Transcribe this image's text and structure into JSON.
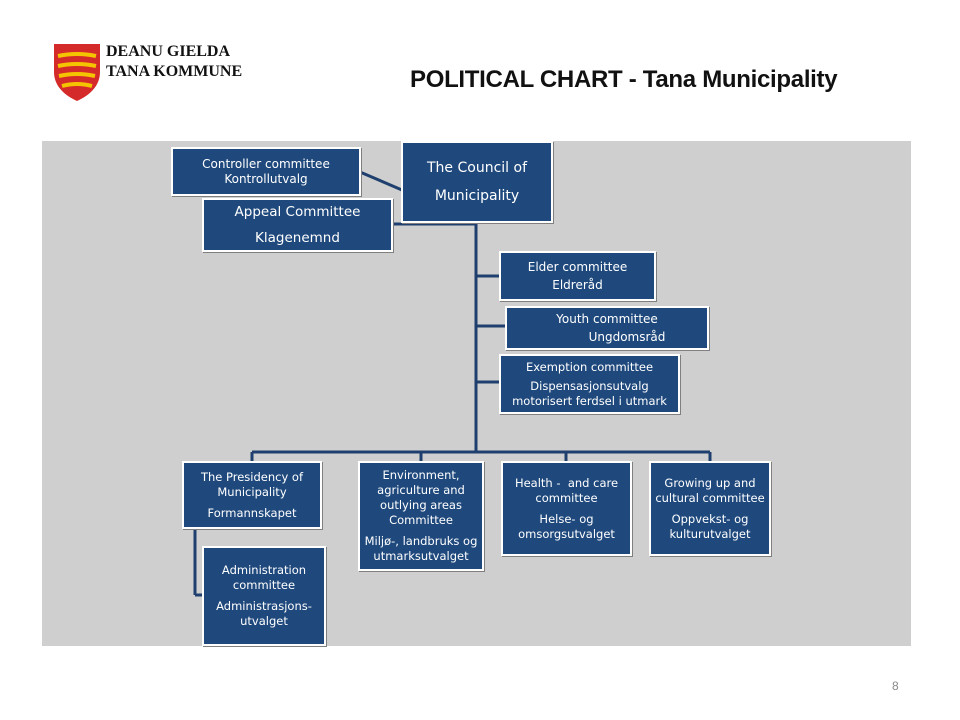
{
  "header": {
    "org_line1": "DEANU GIELDA",
    "org_line2": "TANA KOMMUNE",
    "title": "POLITICAL CHART - Tana Municipality"
  },
  "logo": {
    "icon": "municipal-shield-icon",
    "colors": {
      "shield": "#d42a2a",
      "bands": "#f5c400"
    }
  },
  "colors": {
    "box": "#1f497d",
    "panel": "#cfcfcf",
    "connector": "#1f3f6e"
  },
  "boxes": {
    "council": {
      "line1": "The Council of",
      "line2": "Municipality"
    },
    "controller": {
      "line1": "Controller committee",
      "line2": "Kontrollutvalg"
    },
    "appeal": {
      "line1": "Appeal Committee",
      "line2": "Klagenemnd"
    },
    "elder": {
      "line1": "Elder committee",
      "line2": "Eldreråd"
    },
    "youth": {
      "line1": "Youth committee",
      "line2": "Ungdomsråd"
    },
    "exemption": {
      "line1": "Exemption committee",
      "line2": "Dispensasjonsutvalg",
      "line3": "motorisert ferdsel i utmark"
    },
    "presidency": {
      "line1": "The Presidency of",
      "line2": "Municipality",
      "line3": "Formannskapet"
    },
    "environment": {
      "line1": "Environment,",
      "line2": "agriculture and",
      "line3": "outlying areas",
      "line4": "Committee",
      "line5": "Miljø-, landbruks og",
      "line6": "utmarksutvalget"
    },
    "health": {
      "line1": "Health -  and care",
      "line2": "committee",
      "line3": "Helse- og",
      "line4": "omsorgsutvalget"
    },
    "growing": {
      "line1": "Growing up and",
      "line2": "cultural committee",
      "line3": "Oppvekst- og",
      "line4": "kulturutvalget"
    },
    "administration": {
      "line1": "Administration",
      "line2": "committee",
      "line3": "Administrasjons-",
      "line4": "utvalget"
    }
  },
  "page_number": "8"
}
